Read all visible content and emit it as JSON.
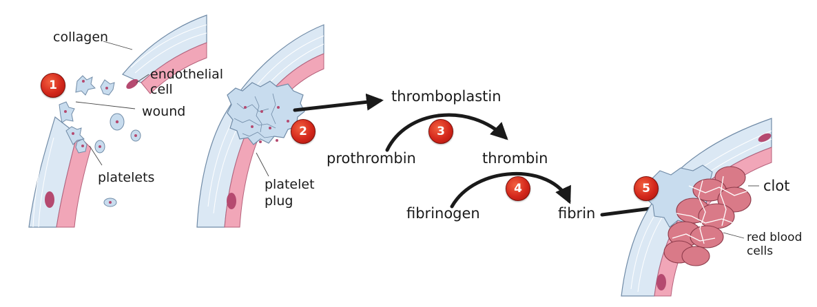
{
  "labels": {
    "collagen": "collagen",
    "endothelial": "endothelial",
    "cell": "cell",
    "wound": "wound",
    "platelets": "platelets",
    "platelet": "platelet",
    "plug": "plug",
    "thromboplastin": "thromboplastin",
    "prothrombin": "prothrombin",
    "thrombin": "thrombin",
    "fibrinogen": "fibrinogen",
    "fibrin": "fibrin",
    "clot": "clot",
    "red_blood": "red blood",
    "cells": "cells"
  },
  "steps": [
    "1",
    "2",
    "3",
    "4",
    "5"
  ],
  "colors": {
    "vessel_outer": "#dbe8f4",
    "vessel_inner": "#f1a6b8",
    "nucleus": "#b54a70",
    "platelet": "#c8dcee",
    "rbc": "#d97a88",
    "arrow": "#1a1a1a",
    "step_badge": "#d3271b"
  }
}
